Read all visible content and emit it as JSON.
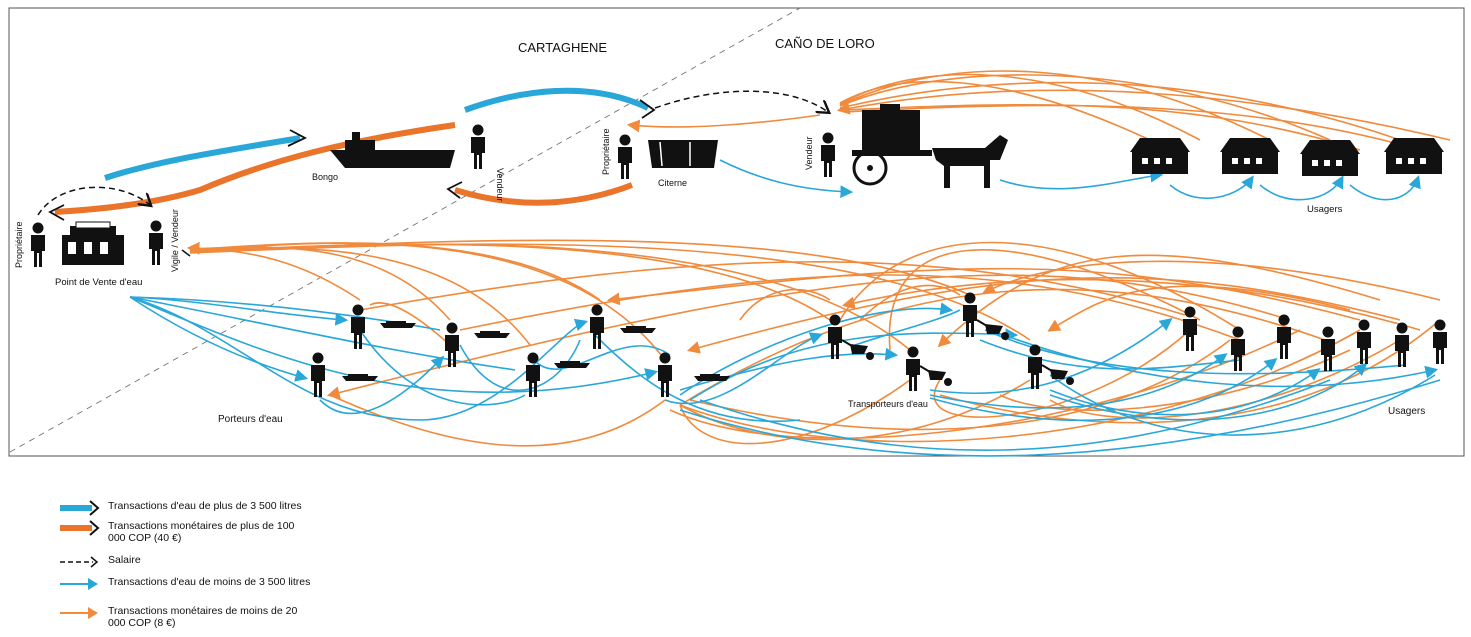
{
  "regions": {
    "left": "CARTAGHENE",
    "right": "CAÑO DE LORO"
  },
  "actors": {
    "proprietaire_point": "Propriétaire",
    "point_de_vente": "Point de Vente d'eau",
    "vigile_vendeur": "Vigile / Vendeur",
    "bongo": "Bongo",
    "vendeur_bongo": "Vendeur",
    "proprietaire_citerne": "Propriétaire",
    "citerne": "Citerne",
    "vendeur_charrette": "Vendeur",
    "usagers_top": "Usagers",
    "porteurs": "Porteurs d'eau",
    "transporteurs": "Transporteurs d'eau",
    "usagers_bottom": "Usagers"
  },
  "colors": {
    "water": "#2aa7d9",
    "money": "#f08a3c",
    "money_thick": "#e9742a",
    "salary": "#111111"
  },
  "icons": [
    "person-icon",
    "boat-icon",
    "building-icon",
    "tank-icon",
    "water-cart-icon",
    "horse-icon",
    "house-icon",
    "wheelbarrow-icon"
  ],
  "legend": [
    {
      "type": "water-thick",
      "label": "Transactions d'eau de plus de 3 500 litres"
    },
    {
      "type": "money-thick",
      "label": "Transactions monétaires de plus de 100 000 COP (40 €)"
    },
    {
      "type": "salary",
      "label": "Salaire"
    },
    {
      "type": "water-thin",
      "label": "Transactions d'eau de moins de 3 500 litres"
    },
    {
      "type": "money-thin",
      "label": "Transactions monétaires de moins de 20 000 COP (8 €)"
    }
  ]
}
